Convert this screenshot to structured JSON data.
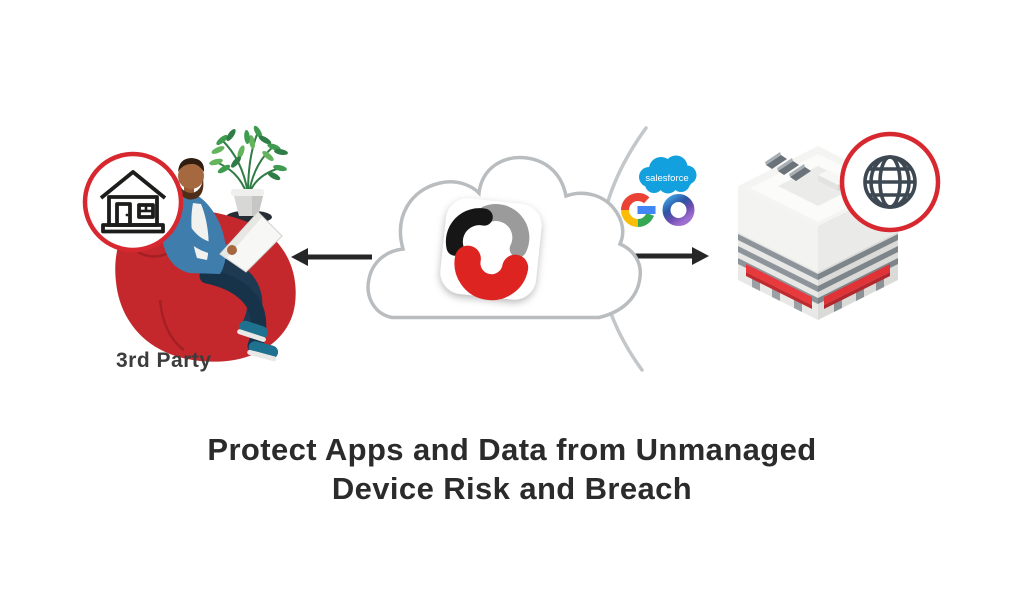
{
  "headline": {
    "line1": "Protect Apps and Data from Unmanaged",
    "line2": "Device Risk and Breach"
  },
  "third_party": {
    "label": "3rd Party"
  },
  "saas": {
    "salesforce_label": "salesforce"
  },
  "icons": {
    "left_badge": "house-icon",
    "right_badge": "globe-icon",
    "center": "vendor-logo-cloud",
    "saas_logos": [
      "salesforce-cloud-logo",
      "google-g-logo",
      "microsoft-365-logo"
    ]
  },
  "colors": {
    "background": "#ffffff",
    "accent_red": "#d7282f",
    "arrow_dark": "#262626",
    "cloud_outline": "#b9bdbf",
    "headline_text": "#2b2b2b",
    "label_text": "#3c3c3c",
    "salesforce_blue": "#12a0de",
    "logo_gray": "#9b9b9c",
    "logo_black": "#161616",
    "logo_red": "#dd2420",
    "beanbag_red": "#c4282d",
    "awning_red": "#e8393d",
    "google_blue": "#4285F4",
    "google_red": "#EA4335",
    "google_yellow": "#FBBC05",
    "google_green": "#34A853",
    "microsoft_gradient": [
      "#41a2e2",
      "#2b54a4",
      "#6a4daf",
      "#9f6fd0"
    ],
    "globe_icon": "#3d4852",
    "house_icon": "#1d1d1b"
  }
}
